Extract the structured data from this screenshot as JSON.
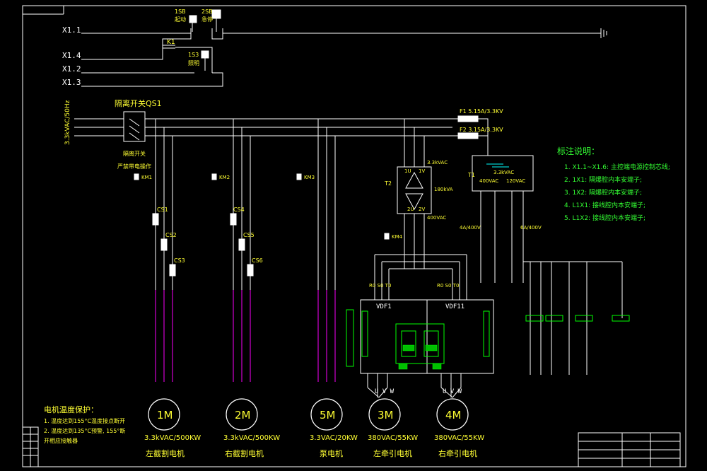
{
  "lines": {
    "x1_1": "X1.1",
    "x1_4": "X1.4",
    "x1_2": "X1.2",
    "x1_3": "X1.3"
  },
  "relays": {
    "one_sb": "1SB",
    "two_sb": "2SB",
    "one_sb_word": "起动",
    "two_sb_word": "急停",
    "k1": "K1",
    "one_s3": "1S3",
    "one_s3_word": "照明"
  },
  "isolator": {
    "title": "隔离开关QS1",
    "feed": "3.3kVAC/50Hz",
    "caption": "隔离开关",
    "note": "严禁带电操作"
  },
  "contactors": [
    "KM1",
    "KM2",
    "KM3",
    "KM4"
  ],
  "cts": [
    "CS1",
    "CS2",
    "CS3",
    "CS4",
    "CS5",
    "CS6"
  ],
  "fuses": {
    "f1": "F1  5.15A/3.3KV",
    "f2": "F2  3.15A/3.3KV"
  },
  "t2": {
    "label": "T2",
    "primary": "3.3kVAC",
    "power": "180kVA",
    "secondary": "400VAC",
    "t1u": "1U",
    "t1v": "1V",
    "t2u": "2U",
    "t2v": "2V"
  },
  "t1": {
    "label": "T1",
    "power": "3.3kVAC",
    "v1": "400VAC",
    "v2": "120VAC"
  },
  "breakers": {
    "b1": "4A/400V",
    "b2": "6A/400V"
  },
  "vfd": {
    "left": "VDF1",
    "right": "VDF11",
    "l_in": "R0 S0 T0",
    "r_in": "R0 S0 T0"
  },
  "notes": {
    "title": "标注说明：",
    "items": [
      "1. X1.1~X1.6: 主控端电源控制芯线;",
      "2. 1X1: 隔爆腔内本安端子;",
      "3. 1X2: 隔爆腔内本安端子;",
      "4. L1X1: 接线腔内本安端子;",
      "5. L1X2: 接线腔内本安端子;"
    ]
  },
  "protection": {
    "title": "电机温度保护：",
    "items": [
      "1. 温度达到155°C温度接点断开",
      "2. 温度达到135°C预警, 155°断",
      "开相应接触器"
    ]
  },
  "motors": [
    {
      "id": "1M",
      "rating": "3.3kVAC/500KW",
      "name": "左截割电机"
    },
    {
      "id": "2M",
      "rating": "3.3kVAC/500KW",
      "name": "右截割电机"
    },
    {
      "id": "5M",
      "rating": "3.3VAC/20KW",
      "name": "泵电机"
    },
    {
      "id": "3M",
      "rating": "380VAC/55KW",
      "name": "左牵引电机"
    },
    {
      "id": "4M",
      "rating": "380VAC/55KW",
      "name": "右牵引电机"
    }
  ],
  "uvw": "U V W",
  "colors": {
    "background": "#000000",
    "wire": "#ffffff",
    "label_yellow": "#ffff33",
    "label_green": "#33ff33",
    "sensor_magenta": "#d000d0"
  }
}
